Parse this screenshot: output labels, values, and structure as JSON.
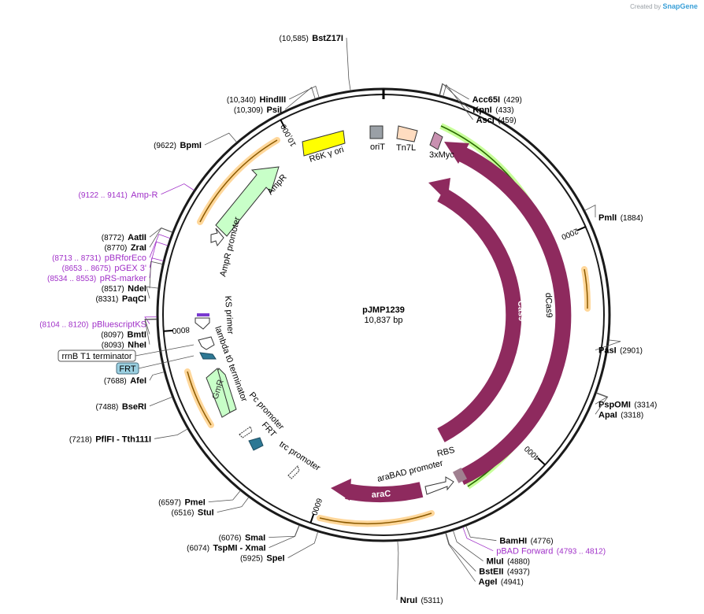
{
  "credit": {
    "prefix": "Created by",
    "brand": "SnapGene"
  },
  "plasmid": {
    "name": "pJMP1239",
    "length_label": "10,837 bp",
    "length": 10837
  },
  "colors": {
    "backbone": "#1a1a1a",
    "cds": "#8e2a5e",
    "primer": "#a030c8",
    "promoter_fill": "#ffffff",
    "amp_fill": "#c8ffc8",
    "ori_fill": "#ffff00",
    "orit_fill": "#9aa0a6",
    "tn7l_fill": "#ffdcc0",
    "myc_fill": "#c890b0",
    "frt_fill": "#2e7894",
    "orf_glow": "#ffd79a",
    "dcas_glow": "#b8ff80"
  },
  "ticks": [
    {
      "pos": 2000,
      "label": "2000"
    },
    {
      "pos": 4000,
      "label": "4000"
    },
    {
      "pos": 6000,
      "label": "6000"
    },
    {
      "pos": 8000,
      "label": "8000"
    },
    {
      "pos": 10000,
      "label": "10,000"
    }
  ],
  "sites": [
    {
      "name": "BstZ17I",
      "pos": "(10,585)",
      "bp": 10585,
      "side": "left"
    },
    {
      "name": "HindIII",
      "pos": "(10,340)",
      "bp": 10340,
      "side": "left"
    },
    {
      "name": "PsiI",
      "pos": "(10,309)",
      "bp": 10309,
      "side": "left"
    },
    {
      "name": "BpmI",
      "pos": "(9622)",
      "bp": 9622,
      "side": "left"
    },
    {
      "name": "AatII",
      "pos": "(8772)",
      "bp": 8772,
      "side": "left"
    },
    {
      "name": "ZraI",
      "pos": "(8770)",
      "bp": 8770,
      "side": "left"
    },
    {
      "name": "NdeI",
      "pos": "(8517)",
      "bp": 8517,
      "side": "left"
    },
    {
      "name": "PaqCI",
      "pos": "(8331)",
      "bp": 8331,
      "side": "left"
    },
    {
      "name": "BmtI",
      "pos": "(8097)",
      "bp": 8097,
      "side": "left"
    },
    {
      "name": "NheI",
      "pos": "(8093)",
      "bp": 8093,
      "side": "left"
    },
    {
      "name": "AfeI",
      "pos": "(7688)",
      "bp": 7688,
      "side": "left"
    },
    {
      "name": "BseRI",
      "pos": "(7488)",
      "bp": 7488,
      "side": "left"
    },
    {
      "name": "PflFI - Tth111I",
      "pos": "(7218)",
      "bp": 7218,
      "side": "left"
    },
    {
      "name": "PmeI",
      "pos": "(6597)",
      "bp": 6597,
      "side": "left"
    },
    {
      "name": "StuI",
      "pos": "(6516)",
      "bp": 6516,
      "side": "left"
    },
    {
      "name": "SmaI",
      "pos": "(6076)",
      "bp": 6076,
      "side": "left"
    },
    {
      "name": "TspMI - XmaI",
      "pos": "(6074)",
      "bp": 6074,
      "side": "left"
    },
    {
      "name": "SpeI",
      "pos": "(5925)",
      "bp": 5925,
      "side": "left"
    },
    {
      "name": "Acc65I",
      "pos": "(429)",
      "bp": 429,
      "side": "right"
    },
    {
      "name": "KpnI",
      "pos": "(433)",
      "bp": 433,
      "side": "right"
    },
    {
      "name": "AscI",
      "pos": "(459)",
      "bp": 459,
      "side": "right"
    },
    {
      "name": "PmlI",
      "pos": "(1884)",
      "bp": 1884,
      "side": "right"
    },
    {
      "name": "PasI",
      "pos": "(2901)",
      "bp": 2901,
      "side": "right"
    },
    {
      "name": "PspOMI",
      "pos": "(3314)",
      "bp": 3314,
      "side": "right"
    },
    {
      "name": "ApaI",
      "pos": "(3318)",
      "bp": 3318,
      "side": "right"
    },
    {
      "name": "BamHI",
      "pos": "(4776)",
      "bp": 4776,
      "side": "right"
    },
    {
      "name": "MluI",
      "pos": "(4880)",
      "bp": 4880,
      "side": "right"
    },
    {
      "name": "BstEII",
      "pos": "(4937)",
      "bp": 4937,
      "side": "right"
    },
    {
      "name": "AgeI",
      "pos": "(4941)",
      "bp": 4941,
      "side": "right"
    },
    {
      "name": "NruI",
      "pos": "(5311)",
      "bp": 5311,
      "side": "right"
    }
  ],
  "primers": [
    {
      "name": "Amp-R",
      "pos": "(9122 .. 9141)",
      "bp": 9131
    },
    {
      "name": "pBRforEco",
      "pos": "(8713 .. 8731)",
      "bp": 8722
    },
    {
      "name": "pGEX 3'",
      "pos": "(8653 .. 8675)",
      "bp": 8664
    },
    {
      "name": "pRS-marker",
      "pos": "(8534 .. 8553)",
      "bp": 8543
    },
    {
      "name": "pBluescriptKS",
      "pos": "(8104 .. 8120)",
      "bp": 8112
    },
    {
      "name": "pBAD Forward",
      "pos": "(4793 .. 4812)",
      "bp": 4802
    }
  ],
  "features": {
    "cas9": "Cas9",
    "dcas9": "dCas9",
    "myc": "3xMyc",
    "tn7l": "Tn7L",
    "orit": "oriT",
    "r6k": "R6K γ ori",
    "ampr": "AmpR",
    "ampr_promoter": "AmpR promoter",
    "frt_box": "FRT",
    "rrnb": "rrnB T1 terminator",
    "ks_primer": "KS primer",
    "lambda": "lambda t0 terminator",
    "gmr": "GmR",
    "pc_promoter": "Pc promoter",
    "frt": "FRT",
    "trc": "trc promoter",
    "arabad": "araBAD promoter",
    "arac": "araC",
    "rbs": "RBS"
  }
}
